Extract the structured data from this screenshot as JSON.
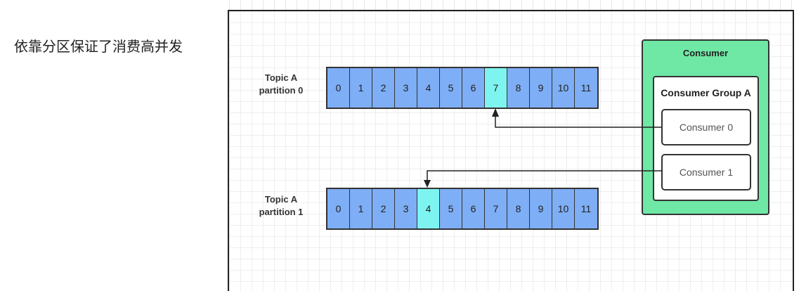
{
  "caption": "依靠分区保证了消费高并发",
  "partitions": [
    {
      "label_line1": "Topic A",
      "label_line2": "partition 0",
      "cells": [
        "0",
        "1",
        "2",
        "3",
        "4",
        "5",
        "6",
        "7",
        "8",
        "9",
        "10",
        "11"
      ],
      "active_index": 7
    },
    {
      "label_line1": "Topic A",
      "label_line2": "partition 1",
      "cells": [
        "0",
        "1",
        "2",
        "3",
        "4",
        "5",
        "6",
        "7",
        "8",
        "9",
        "10",
        "11"
      ],
      "active_index": 4
    }
  ],
  "consumer": {
    "title": "Consumer",
    "group_title": "Consumer Group A",
    "members": [
      "Consumer 0",
      "Consumer 1"
    ]
  },
  "colors": {
    "cell": "#7eaef5",
    "active_cell": "#7ef4f1",
    "consumer_bg": "#6fe8a5"
  }
}
